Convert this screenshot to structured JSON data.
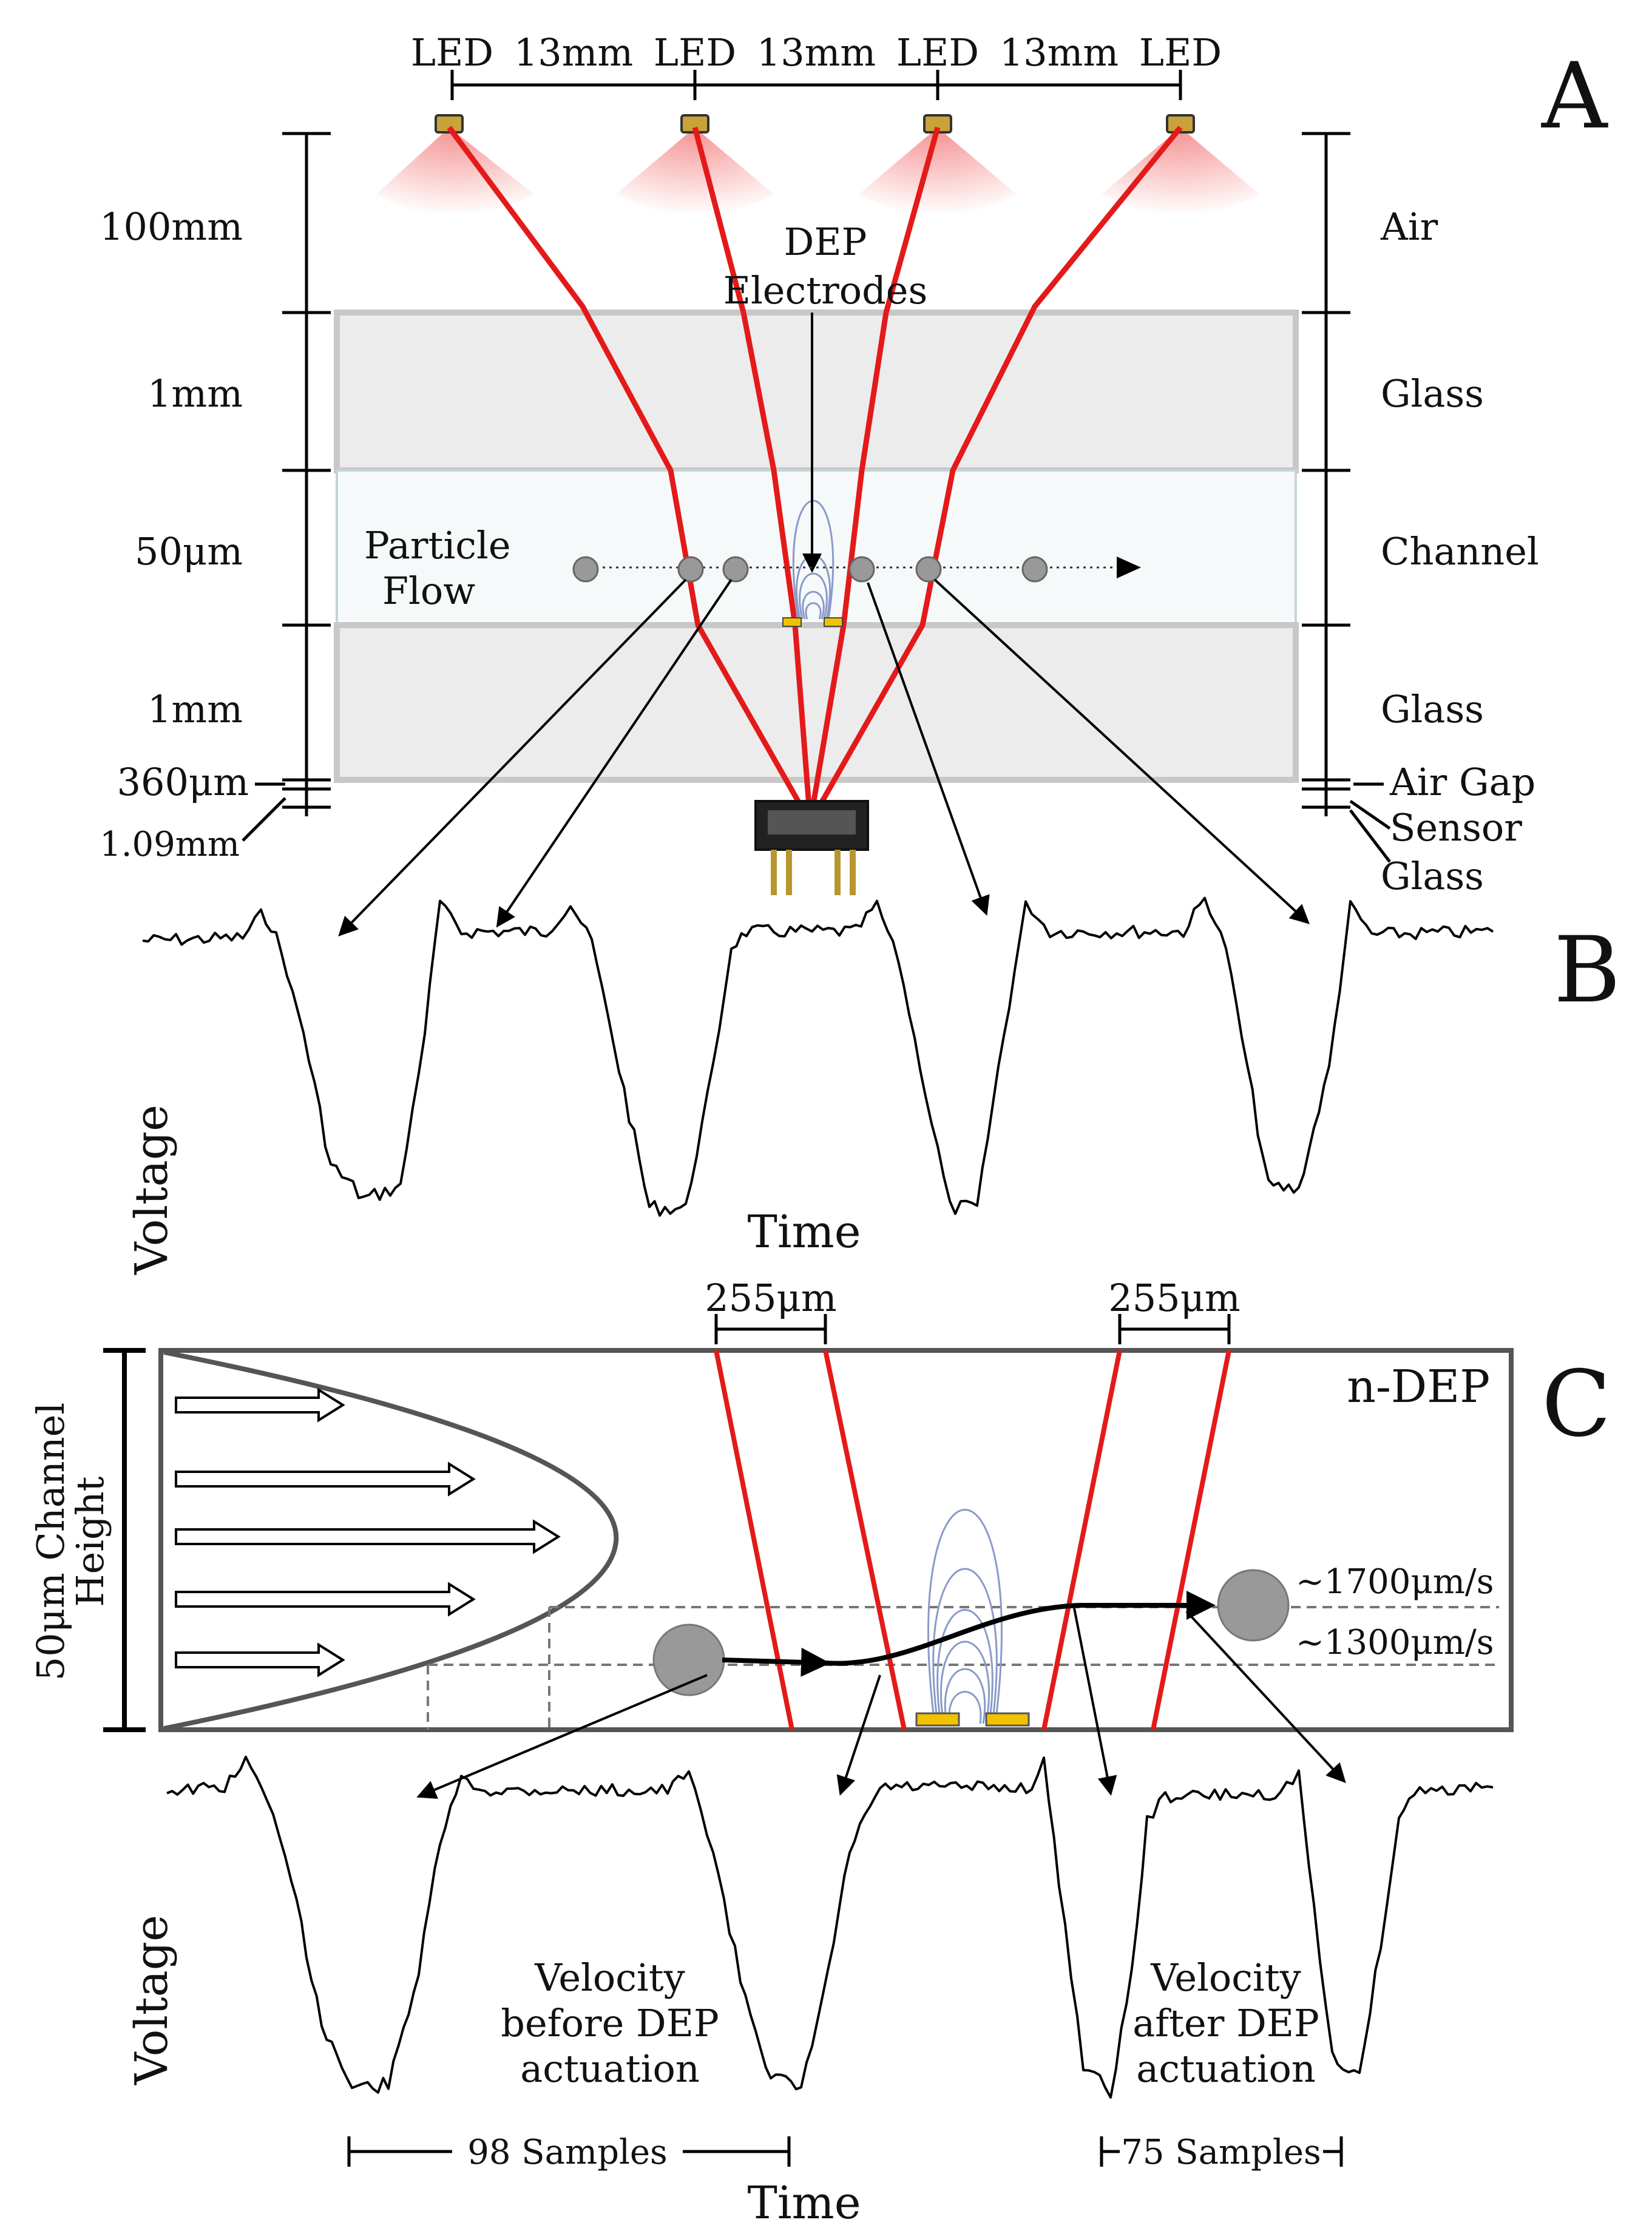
{
  "panel_a": {
    "label": "A",
    "led_labels": [
      "LED",
      "LED",
      "LED",
      "LED"
    ],
    "spacing_labels": [
      "13mm",
      "13mm",
      "13mm"
    ],
    "left_dims": [
      "100mm",
      "1mm",
      "50μm",
      "1mm",
      "360μm",
      "1.09mm"
    ],
    "right_layers": [
      "Air",
      "Glass",
      "Channel",
      "Glass",
      "Air Gap",
      "Sensor",
      "Glass"
    ],
    "dep_label_1": "DEP",
    "dep_label_2": "Electrodes",
    "flow_label_1": "Particle",
    "flow_label_2": "Flow"
  },
  "panel_b": {
    "label": "B",
    "ylabel": "Voltage",
    "xlabel": "Time"
  },
  "panel_c": {
    "label": "C",
    "mode_label": "n-DEP",
    "beam_width_labels": [
      "255μm",
      "255μm"
    ],
    "height_label_1": "50μm Channel",
    "height_label_2": "Height",
    "velocity_high": "~1700μm/s",
    "velocity_low": "~1300μm/s",
    "ylabel": "Voltage",
    "xlabel": "Time",
    "before_1": "Velocity",
    "before_2": "before DEP",
    "before_3": "actuation",
    "after_1": "Velocity",
    "after_2": "after DEP",
    "after_3": "actuation",
    "samples_before": "98 Samples",
    "samples_after": "75 Samples"
  },
  "colors": {
    "beam": "#e41a1a",
    "electrode": "#f2c200",
    "field_lines": "#8a9ac8",
    "particle": "#999999",
    "glass": "#ececec"
  }
}
